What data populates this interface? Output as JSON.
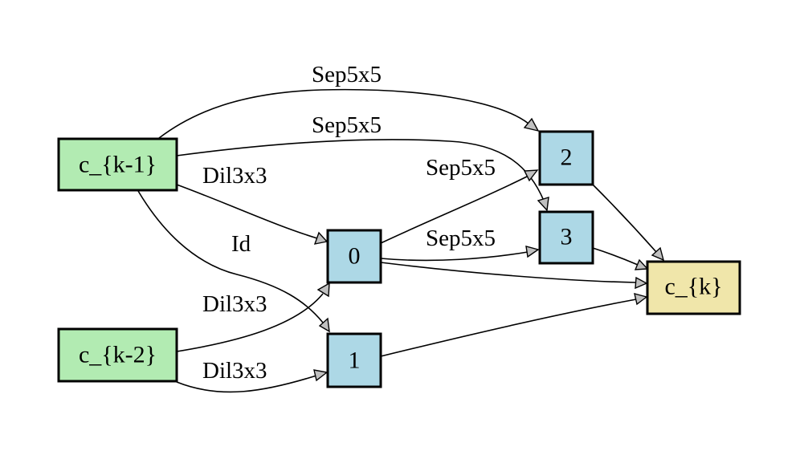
{
  "nodes": {
    "ck1": {
      "label": "c_{k-1}",
      "fill": "#b2ebb2"
    },
    "ck2": {
      "label": "c_{k-2}",
      "fill": "#b2ebb2"
    },
    "n0": {
      "label": "0",
      "fill": "#add8e6"
    },
    "n1": {
      "label": "1",
      "fill": "#add8e6"
    },
    "n2": {
      "label": "2",
      "fill": "#add8e6"
    },
    "n3": {
      "label": "3",
      "fill": "#add8e6"
    },
    "ck": {
      "label": "c_{k}",
      "fill": "#f0e6aa"
    }
  },
  "edges": [
    {
      "id": "ck1-n2",
      "from": "c_{k-1}",
      "to": "2",
      "label": "Sep5x5"
    },
    {
      "id": "ck1-n3",
      "from": "c_{k-1}",
      "to": "3",
      "label": "Sep5x5"
    },
    {
      "id": "ck1-n0",
      "from": "c_{k-1}",
      "to": "0",
      "label": "Dil3x3"
    },
    {
      "id": "ck1-n1",
      "from": "c_{k-1}",
      "to": "1",
      "label": "Id"
    },
    {
      "id": "ck2-n0",
      "from": "c_{k-2}",
      "to": "0",
      "label": "Dil3x3"
    },
    {
      "id": "ck2-n1",
      "from": "c_{k-2}",
      "to": "1",
      "label": "Dil3x3"
    },
    {
      "id": "n0-n2",
      "from": "0",
      "to": "2",
      "label": "Sep5x5"
    },
    {
      "id": "n0-n3",
      "from": "0",
      "to": "3",
      "label": "Sep5x5"
    },
    {
      "id": "n0-ck",
      "from": "0",
      "to": "c_{k}",
      "label": ""
    },
    {
      "id": "n1-ck",
      "from": "1",
      "to": "c_{k}",
      "label": ""
    },
    {
      "id": "n2-ck",
      "from": "2",
      "to": "c_{k}",
      "label": ""
    },
    {
      "id": "n3-ck",
      "from": "3",
      "to": "c_{k}",
      "label": ""
    }
  ]
}
